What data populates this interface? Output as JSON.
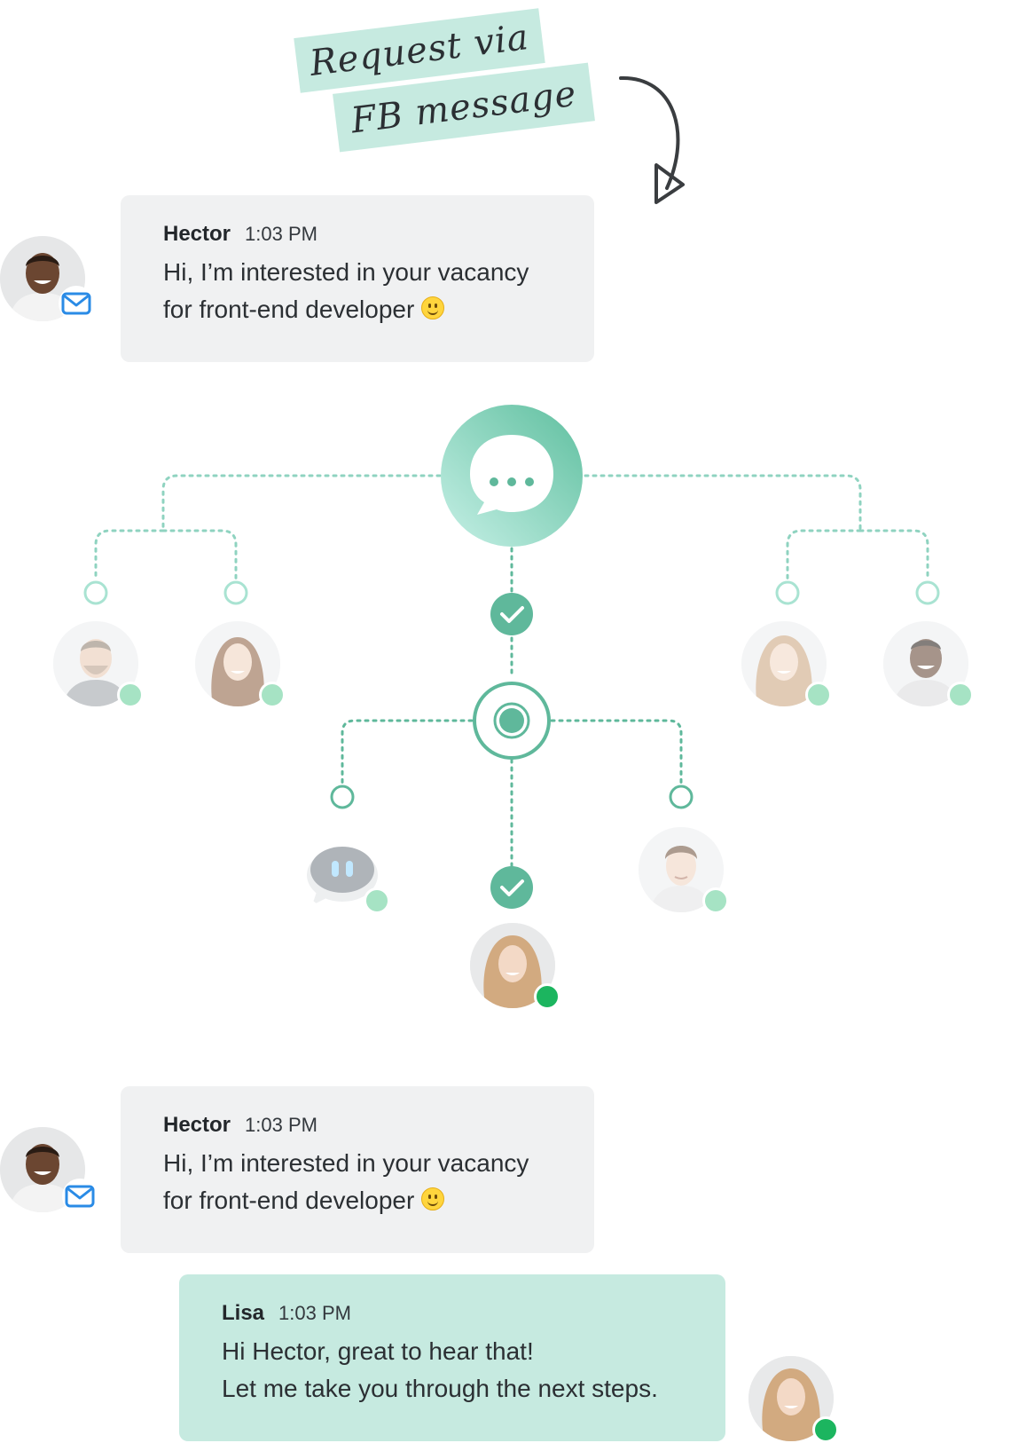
{
  "tags": {
    "line1": "Request via",
    "line2": "FB message"
  },
  "messages": [
    {
      "sender": "Hector",
      "time": "1:03 PM",
      "line1": "Hi, I’m interested in your vacancy",
      "line2": "for front-end developer"
    },
    {
      "sender": "Hector",
      "time": "1:03 PM",
      "line1": "Hi, I’m interested in your vacancy",
      "line2": "for front-end developer"
    },
    {
      "sender": "Lisa",
      "time": "1:03 PM",
      "line1": "Hi Hector, great to hear that!",
      "line2": "Let me take you through the next steps."
    }
  ],
  "icons": {
    "hub": "chat-bubble-icon",
    "router": "target-icon",
    "check": "check-icon",
    "read": "double-check-icon",
    "channel": "envelope-icon",
    "bot": "bot-icon"
  },
  "colors": {
    "accent": "#5fb89b",
    "accent_light": "#a9e3d2",
    "bubble_grey": "#f0f1f2",
    "bubble_mint": "#c6eae0",
    "online": "#1cb55f",
    "online_soft": "#a6e3c4",
    "mail_blue": "#2a8be6"
  }
}
